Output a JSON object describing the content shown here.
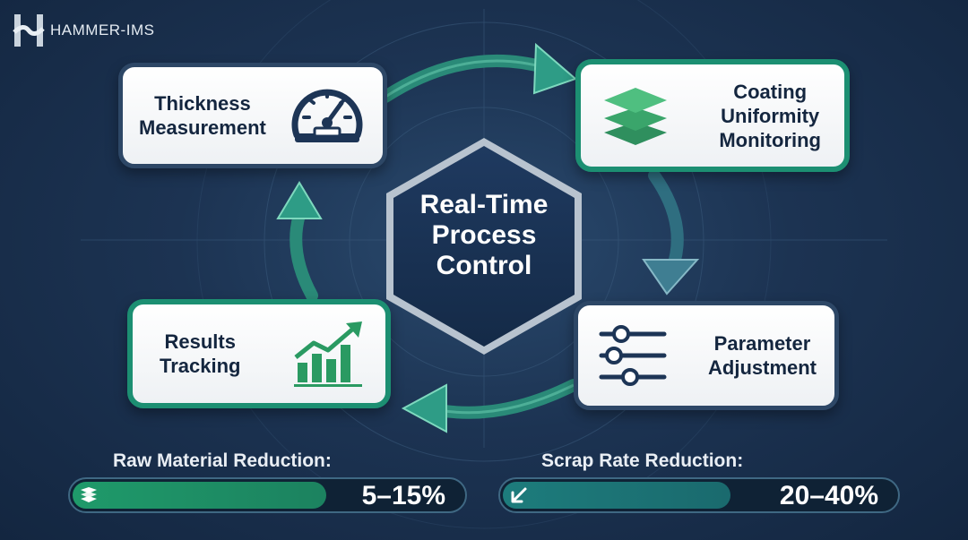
{
  "brand": {
    "name": "HAMMER-IMS"
  },
  "center": {
    "lines": [
      "Real-Time",
      "Process",
      "Control"
    ]
  },
  "cards": {
    "thickness": {
      "lines": [
        "Thickness",
        "Measurement"
      ],
      "icon": "gauge-icon"
    },
    "coating": {
      "lines": [
        "Coating",
        "Uniformity",
        "Monitoring"
      ],
      "icon": "layers-icon"
    },
    "parameter": {
      "lines": [
        "Parameter",
        "Adjustment"
      ],
      "icon": "sliders-icon"
    },
    "results": {
      "lines": [
        "Results",
        "Tracking"
      ],
      "icon": "growth-chart-icon"
    }
  },
  "metrics": {
    "raw": {
      "title": "Raw Material Reduction:",
      "value": "5–15%",
      "icon": "layers-icon",
      "fill_fraction": 0.65,
      "color": "#1f9a6a"
    },
    "scrap": {
      "title": "Scrap Rate Reduction:",
      "value": "20–40%",
      "icon": "shrink-arrow-icon",
      "fill_fraction": 0.58,
      "color": "#1d7c7c"
    }
  },
  "colors": {
    "accent_green": "#1c8f72",
    "navy": "#14263f",
    "background": "#1c3352"
  }
}
